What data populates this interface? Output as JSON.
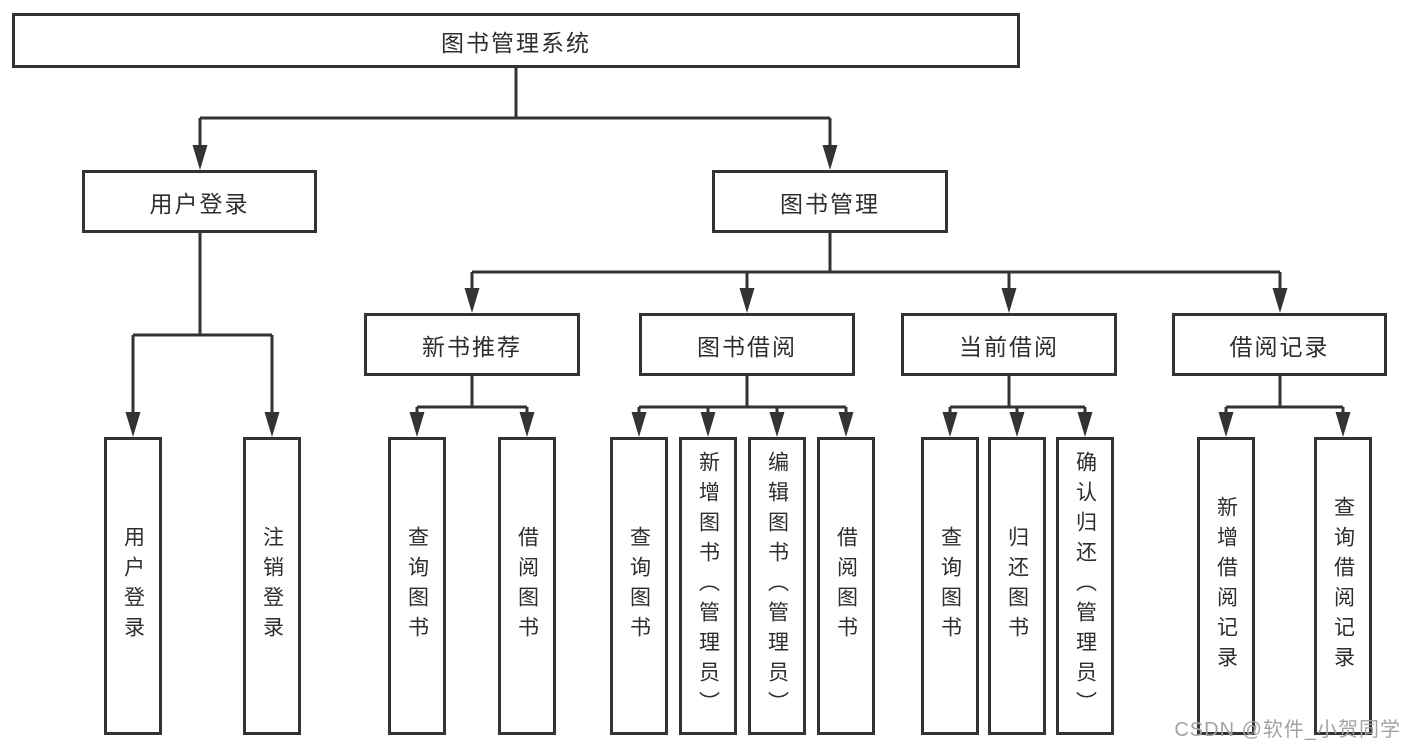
{
  "tree": {
    "label": "图书管理系统",
    "children": [
      {
        "label": "用户登录",
        "children": [
          {
            "label": "用户登录"
          },
          {
            "label": "注销登录"
          }
        ]
      },
      {
        "label": "图书管理",
        "children": [
          {
            "label": "新书推荐",
            "children": [
              {
                "label": "查询图书"
              },
              {
                "label": "借阅图书"
              }
            ]
          },
          {
            "label": "图书借阅",
            "children": [
              {
                "label": "查询图书"
              },
              {
                "label": "新增图书（管理员）"
              },
              {
                "label": "编辑图书（管理员）"
              },
              {
                "label": "借阅图书"
              }
            ]
          },
          {
            "label": "当前借阅",
            "children": [
              {
                "label": "查询图书"
              },
              {
                "label": "归还图书"
              },
              {
                "label": "确认归还（管理员）"
              }
            ]
          },
          {
            "label": "借阅记录",
            "children": [
              {
                "label": "新增借阅记录"
              },
              {
                "label": "查询借阅记录"
              }
            ]
          }
        ]
      }
    ]
  },
  "watermark": "CSDN @软件_小贺同学",
  "colors": {
    "line": "#333333",
    "box_border": "#333333",
    "text": "#2e2e2e",
    "background": "#ffffff",
    "watermark": "#a3a3a3"
  }
}
